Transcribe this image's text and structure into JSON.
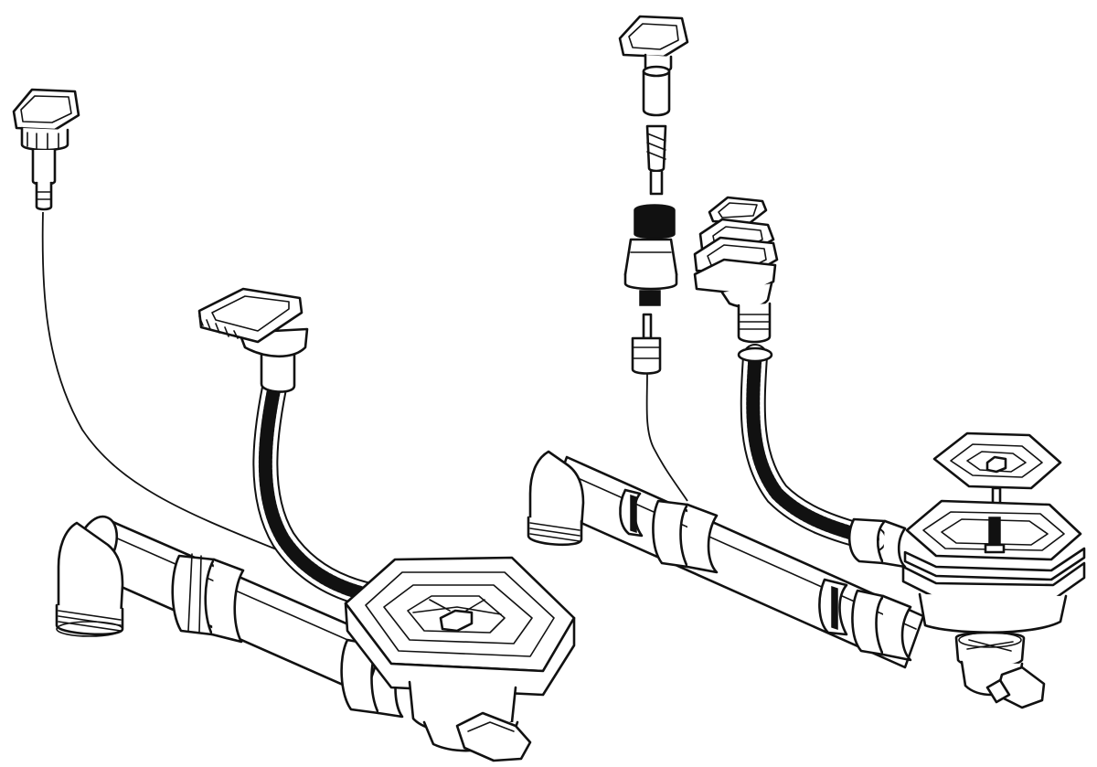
{
  "figure": {
    "background": "#ffffff",
    "line_color": "#111111"
  },
  "assemblies": [
    {
      "id": "left",
      "view": "assembled",
      "parts": [
        "pop-up-knob",
        "bowden-cable",
        "overflow-cover",
        "overflow-hose",
        "drain-pipe",
        "pipe-nut",
        "strainer-basket",
        "outlet-elbow",
        "waste-outlet"
      ]
    },
    {
      "id": "right",
      "view": "exploded",
      "parts": [
        "pop-up-knob",
        "knob-sleeve",
        "knob-screw",
        "knob-housing",
        "cable-connector",
        "bowden-cable",
        "overflow-cover",
        "overflow-gasket",
        "overflow-plate",
        "overflow-hose",
        "drain-pipe",
        "pipe-nut",
        "strainer-plug",
        "strainer-basket",
        "strainer-gasket",
        "outlet-elbow",
        "waste-outlet"
      ]
    }
  ]
}
